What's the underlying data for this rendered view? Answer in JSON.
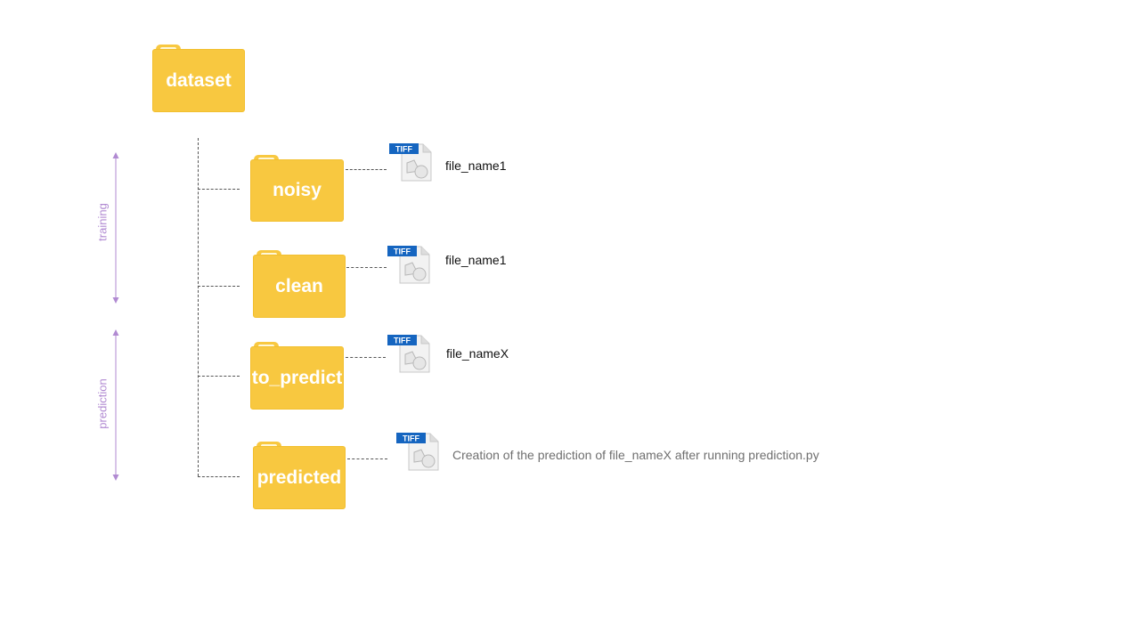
{
  "root": {
    "label": "dataset"
  },
  "folders": [
    {
      "label": "noisy",
      "file": "file_name1"
    },
    {
      "label": "clean",
      "file": "file_name1"
    },
    {
      "label": "to_predict",
      "file": "file_nameX"
    },
    {
      "label": "predicted",
      "file": "Creation of the prediction of file_nameX after running prediction.py"
    }
  ],
  "phases": {
    "training": "training",
    "prediction": "prediction"
  },
  "tiff_label": "TIFF",
  "colors": {
    "folder": "#f8c840",
    "arrow": "#b18ad2",
    "tiff_badge": "#1565c0"
  }
}
